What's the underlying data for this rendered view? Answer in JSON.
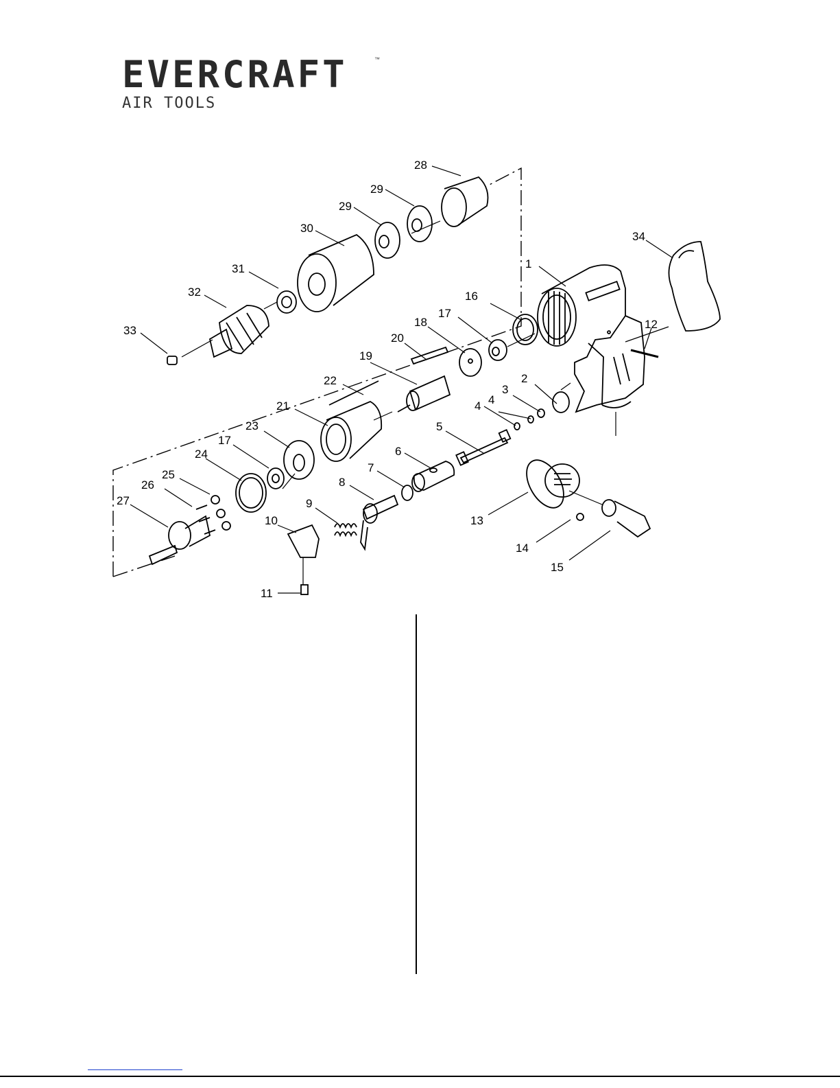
{
  "logo": {
    "brand": "EVERCRAFT",
    "trademark": "™",
    "subtitle": "AIR TOOLS"
  },
  "callouts": {
    "c1": "1",
    "c2": "2",
    "c3": "3",
    "c4a": "4",
    "c4b": "4",
    "c5": "5",
    "c6": "6",
    "c7": "7",
    "c8": "8",
    "c9": "9",
    "c10": "10",
    "c11": "11",
    "c12": "12",
    "c13": "13",
    "c14": "14",
    "c15": "15",
    "c16": "16",
    "c17a": "17",
    "c17b": "17",
    "c18": "18",
    "c19": "19",
    "c20": "20",
    "c21": "21",
    "c22": "22",
    "c23": "23",
    "c24": "24",
    "c25": "25",
    "c26": "26",
    "c27": "27",
    "c28": "28",
    "c29a": "29",
    "c29b": "29",
    "c30": "30",
    "c31": "31",
    "c32": "32",
    "c33": "33",
    "c34": "34"
  }
}
